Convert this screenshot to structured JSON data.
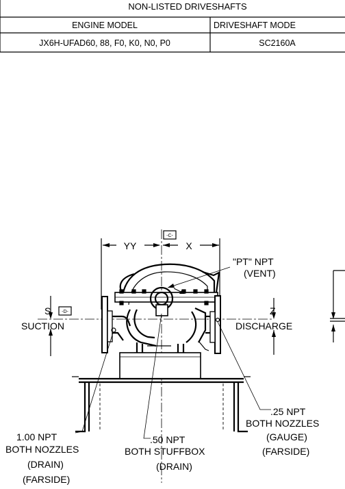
{
  "table": {
    "title": "NON-LISTED DRIVESHAFTS",
    "columns": [
      "ENGINE MODEL",
      "DRIVESHAFT MODE"
    ],
    "rows": [
      [
        "JX6H-UFAD60, 88, F0, K0, N0, P0",
        "SC2160A"
      ]
    ]
  },
  "dimensions": {
    "yy": "YY",
    "x": "X",
    "datum_c": "-C-",
    "datum_d": "-D-",
    "s": "S",
    "z": "Z"
  },
  "labels": {
    "suction": "SUCTION",
    "discharge": "DISCHARGE",
    "vent": [
      "\"PT\" NPT",
      "(VENT)"
    ],
    "gauge": [
      ".25 NPT",
      "BOTH NOZZLES",
      "(GAUGE)",
      "(FARSIDE)"
    ],
    "drain_nozzles": [
      "1.00 NPT",
      "BOTH NOZZLES",
      "(DRAIN)",
      "(FARSIDE)"
    ],
    "drain_stuffbox": [
      ".50 NPT",
      "BOTH STUFFBOX",
      "(DRAIN)"
    ]
  }
}
